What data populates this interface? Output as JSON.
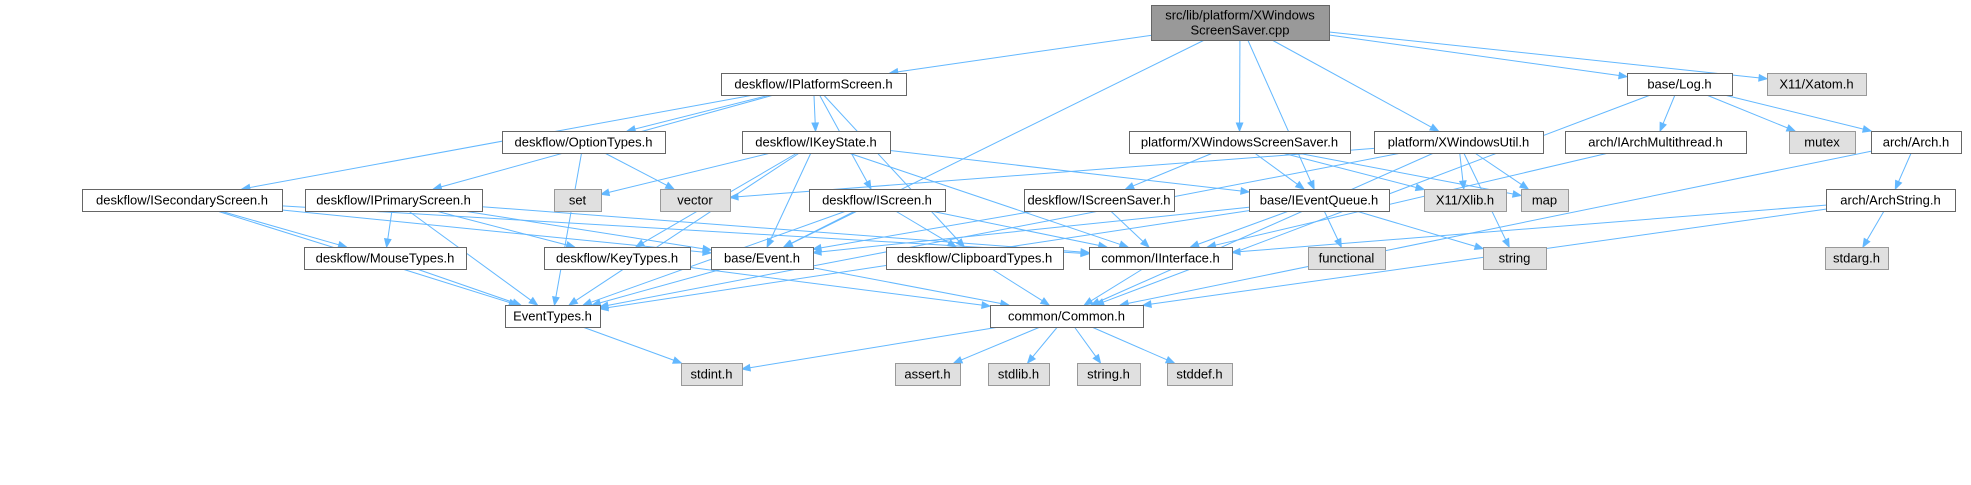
{
  "colors": {
    "edge": "#63b8ff",
    "root_fill": "#999999",
    "root_stroke": "#666666",
    "file_fill": "#ffffff",
    "file_stroke": "#666666",
    "system_fill": "#e0e0e0",
    "system_stroke": "#999999"
  },
  "nodes": [
    {
      "id": "root",
      "kind": "root",
      "lines": [
        "src/lib/platform/XWindows",
        "ScreenSaver.cpp"
      ]
    },
    {
      "id": "ipscreen",
      "kind": "file",
      "lines": [
        "deskflow/IPlatformScreen.h"
      ]
    },
    {
      "id": "log",
      "kind": "file",
      "lines": [
        "base/Log.h"
      ]
    },
    {
      "id": "xatom",
      "kind": "system",
      "lines": [
        "X11/Xatom.h"
      ]
    },
    {
      "id": "optiontypes",
      "kind": "file",
      "lines": [
        "deskflow/OptionTypes.h"
      ]
    },
    {
      "id": "ikeystate",
      "kind": "file",
      "lines": [
        "deskflow/IKeyState.h"
      ]
    },
    {
      "id": "pxss",
      "kind": "file",
      "lines": [
        "platform/XWindowsScreenSaver.h"
      ]
    },
    {
      "id": "pxwu",
      "kind": "file",
      "lines": [
        "platform/XWindowsUtil.h"
      ]
    },
    {
      "id": "iarchmt",
      "kind": "file",
      "lines": [
        "arch/IArchMultithread.h"
      ]
    },
    {
      "id": "mutex",
      "kind": "system",
      "lines": [
        "mutex"
      ]
    },
    {
      "id": "archh",
      "kind": "file",
      "lines": [
        "arch/Arch.h"
      ]
    },
    {
      "id": "isecondary",
      "kind": "file",
      "lines": [
        "deskflow/ISecondaryScreen.h"
      ]
    },
    {
      "id": "iprimary",
      "kind": "file",
      "lines": [
        "deskflow/IPrimaryScreen.h"
      ]
    },
    {
      "id": "set",
      "kind": "system",
      "lines": [
        "set"
      ]
    },
    {
      "id": "vector",
      "kind": "system",
      "lines": [
        "vector"
      ]
    },
    {
      "id": "iscreen",
      "kind": "file",
      "lines": [
        "deskflow/IScreen.h"
      ]
    },
    {
      "id": "iscreensaver",
      "kind": "file",
      "lines": [
        "deskflow/IScreenSaver.h"
      ]
    },
    {
      "id": "ieventqueue",
      "kind": "file",
      "lines": [
        "base/IEventQueue.h"
      ]
    },
    {
      "id": "xlib",
      "kind": "system",
      "lines": [
        "X11/Xlib.h"
      ]
    },
    {
      "id": "map",
      "kind": "system",
      "lines": [
        "map"
      ]
    },
    {
      "id": "archstring",
      "kind": "file",
      "lines": [
        "arch/ArchString.h"
      ]
    },
    {
      "id": "mousetypes",
      "kind": "file",
      "lines": [
        "deskflow/MouseTypes.h"
      ]
    },
    {
      "id": "keytypes",
      "kind": "file",
      "lines": [
        "deskflow/KeyTypes.h"
      ]
    },
    {
      "id": "event",
      "kind": "file",
      "lines": [
        "base/Event.h"
      ]
    },
    {
      "id": "cliptypes",
      "kind": "file",
      "lines": [
        "deskflow/ClipboardTypes.h"
      ]
    },
    {
      "id": "iinterface",
      "kind": "file",
      "lines": [
        "common/IInterface.h"
      ]
    },
    {
      "id": "functional",
      "kind": "system",
      "lines": [
        "functional"
      ]
    },
    {
      "id": "string",
      "kind": "system",
      "lines": [
        "string"
      ]
    },
    {
      "id": "stdarg",
      "kind": "system",
      "lines": [
        "stdarg.h"
      ]
    },
    {
      "id": "eventtypes",
      "kind": "file",
      "lines": [
        "EventTypes.h"
      ]
    },
    {
      "id": "common",
      "kind": "file",
      "lines": [
        "common/Common.h"
      ]
    },
    {
      "id": "stdint",
      "kind": "system",
      "lines": [
        "stdint.h"
      ]
    },
    {
      "id": "assert",
      "kind": "system",
      "lines": [
        "assert.h"
      ]
    },
    {
      "id": "stdlib",
      "kind": "system",
      "lines": [
        "stdlib.h"
      ]
    },
    {
      "id": "stringh",
      "kind": "system",
      "lines": [
        "string.h"
      ]
    },
    {
      "id": "stddef",
      "kind": "system",
      "lines": [
        "stddef.h"
      ]
    }
  ],
  "edges": [
    [
      "root",
      "ipscreen"
    ],
    [
      "root",
      "event"
    ],
    [
      "root",
      "ieventqueue"
    ],
    [
      "root",
      "log"
    ],
    [
      "root",
      "pxss"
    ],
    [
      "root",
      "pxwu"
    ],
    [
      "root",
      "xatom"
    ],
    [
      "ipscreen",
      "optiontypes"
    ],
    [
      "ipscreen",
      "ikeystate"
    ],
    [
      "ipscreen",
      "iscreen"
    ],
    [
      "ipscreen",
      "isecondary"
    ],
    [
      "ipscreen",
      "iprimary"
    ],
    [
      "ipscreen",
      "cliptypes"
    ],
    [
      "optiontypes",
      "eventtypes"
    ],
    [
      "optiontypes",
      "vector"
    ],
    [
      "ikeystate",
      "ieventqueue"
    ],
    [
      "ikeystate",
      "keytypes"
    ],
    [
      "ikeystate",
      "event"
    ],
    [
      "ikeystate",
      "eventtypes"
    ],
    [
      "ikeystate",
      "iinterface"
    ],
    [
      "ikeystate",
      "set"
    ],
    [
      "isecondary",
      "mousetypes"
    ],
    [
      "isecondary",
      "event"
    ],
    [
      "isecondary",
      "eventtypes"
    ],
    [
      "isecondary",
      "iinterface"
    ],
    [
      "iprimary",
      "mousetypes"
    ],
    [
      "iprimary",
      "keytypes"
    ],
    [
      "iprimary",
      "event"
    ],
    [
      "iprimary",
      "eventtypes"
    ],
    [
      "iprimary",
      "iinterface"
    ],
    [
      "iscreen",
      "event"
    ],
    [
      "iscreen",
      "cliptypes"
    ],
    [
      "iscreen",
      "eventtypes"
    ],
    [
      "iscreen",
      "iinterface"
    ],
    [
      "pxss",
      "iscreensaver"
    ],
    [
      "pxss",
      "ieventqueue"
    ],
    [
      "pxss",
      "xlib"
    ],
    [
      "pxss",
      "map"
    ],
    [
      "pxwu",
      "xlib"
    ],
    [
      "pxwu",
      "map"
    ],
    [
      "pxwu",
      "string"
    ],
    [
      "pxwu",
      "vector"
    ],
    [
      "pxwu",
      "common"
    ],
    [
      "pxwu",
      "eventtypes"
    ],
    [
      "iscreensaver",
      "event"
    ],
    [
      "iscreensaver",
      "iinterface"
    ],
    [
      "ieventqueue",
      "event"
    ],
    [
      "ieventqueue",
      "iinterface"
    ],
    [
      "ieventqueue",
      "functional"
    ],
    [
      "ieventqueue",
      "string"
    ],
    [
      "ieventqueue",
      "eventtypes"
    ],
    [
      "log",
      "iarchmt"
    ],
    [
      "log",
      "mutex"
    ],
    [
      "log",
      "archh"
    ],
    [
      "log",
      "common"
    ],
    [
      "iarchmt",
      "iinterface"
    ],
    [
      "archh",
      "archstring"
    ],
    [
      "archh",
      "common"
    ],
    [
      "archstring",
      "iinterface"
    ],
    [
      "archstring",
      "stdarg"
    ],
    [
      "archstring",
      "common"
    ],
    [
      "mousetypes",
      "eventtypes"
    ],
    [
      "keytypes",
      "common"
    ],
    [
      "event",
      "eventtypes"
    ],
    [
      "event",
      "common"
    ],
    [
      "cliptypes",
      "common"
    ],
    [
      "iinterface",
      "common"
    ],
    [
      "eventtypes",
      "stdint"
    ],
    [
      "common",
      "stdint"
    ],
    [
      "common",
      "assert"
    ],
    [
      "common",
      "stdlib"
    ],
    [
      "common",
      "stringh"
    ],
    [
      "common",
      "stddef"
    ]
  ]
}
